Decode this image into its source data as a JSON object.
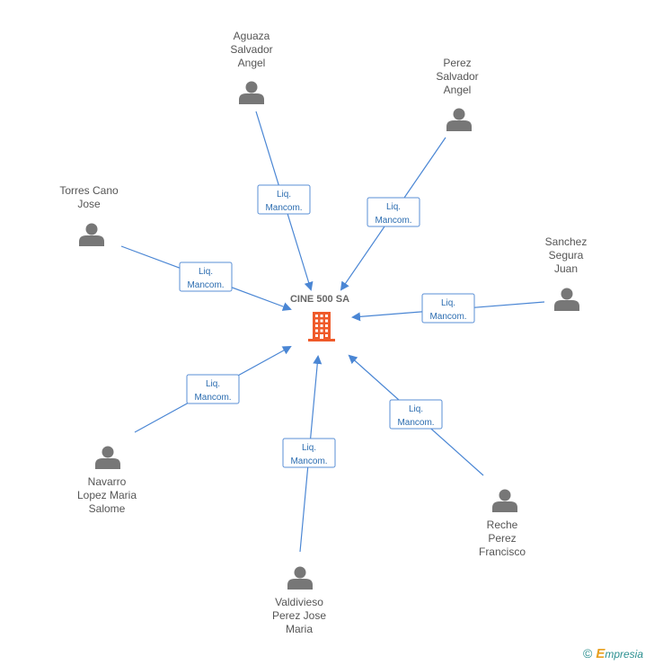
{
  "center": {
    "name": "CINE 500 SA",
    "icon": "building-icon",
    "color": "#ef5a2a"
  },
  "people": [
    {
      "id": "aguaza",
      "lines": [
        "Aguaza",
        "Salvador",
        "Angel"
      ],
      "relation": [
        "Liq.",
        "Mancom."
      ]
    },
    {
      "id": "perez-salvador",
      "lines": [
        "Perez",
        "Salvador",
        "Angel"
      ],
      "relation": [
        "Liq.",
        "Mancom."
      ]
    },
    {
      "id": "torres",
      "lines": [
        "Torres Cano",
        "Jose"
      ],
      "relation": [
        "Liq.",
        "Mancom."
      ]
    },
    {
      "id": "sanchez",
      "lines": [
        "Sanchez",
        "Segura",
        "Juan"
      ],
      "relation": [
        "Liq.",
        "Mancom."
      ]
    },
    {
      "id": "navarro",
      "lines": [
        "Navarro",
        "Lopez Maria",
        "Salome"
      ],
      "relation": [
        "Liq.",
        "Mancom."
      ]
    },
    {
      "id": "valdivieso",
      "lines": [
        "Valdivieso",
        "Perez Jose",
        "Maria"
      ],
      "relation": [
        "Liq.",
        "Mancom."
      ]
    },
    {
      "id": "reche",
      "lines": [
        "Reche",
        "Perez",
        "Francisco"
      ],
      "relation": [
        "Liq.",
        "Mancom."
      ]
    }
  ],
  "colors": {
    "person_icon": "#777777",
    "edge": "#4a86d4",
    "label_border": "#5a8fd6",
    "label_text": "#2b6cb0"
  },
  "footer": {
    "copyright": "©",
    "brand_initial": "E",
    "brand_rest": "mpresia"
  }
}
